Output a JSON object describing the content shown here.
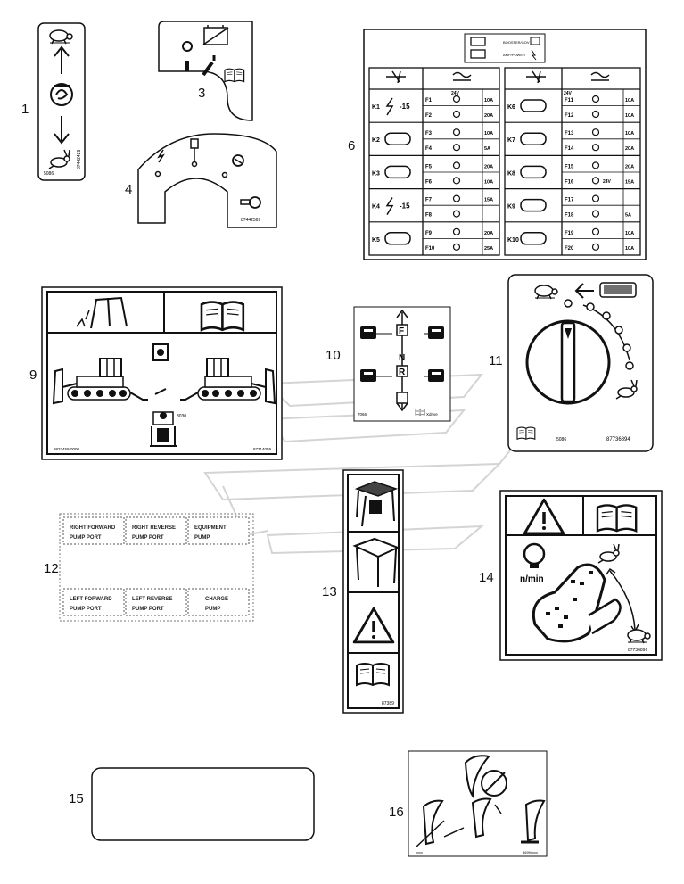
{
  "callouts": {
    "c1": "1",
    "c3": "3",
    "c4": "4",
    "c6": "6",
    "c9": "9",
    "c10": "10",
    "c11": "11",
    "c12": "12",
    "c13": "13",
    "c14": "14",
    "c15": "15",
    "c16": "16"
  },
  "decals": {
    "d1_code": "87442429",
    "d1_small": "5086",
    "d4_code": "87442569",
    "d6": {
      "legend_top": "BOOSTER/GOV",
      "legend_bottom": "AMP/POWER",
      "left_relays": [
        "K1",
        "K2",
        "K3",
        "K4",
        "K5"
      ],
      "left_fuses": [
        "F1",
        "F2",
        "F3",
        "F4",
        "F5",
        "F6",
        "F7",
        "F8",
        "F9",
        "F10"
      ],
      "left_ratings": [
        "10A",
        "20A",
        "10A",
        "5A",
        "20A",
        "10A",
        "15A",
        "",
        "20A",
        "25A"
      ],
      "right_relays": [
        "K6",
        "K7",
        "K8",
        "K9",
        "K10"
      ],
      "right_fuses": [
        "F11",
        "F12",
        "F13",
        "F14",
        "F15",
        "F16",
        "F17",
        "F18",
        "F19",
        "F20"
      ],
      "right_ratings": [
        "10A",
        "10A",
        "10A",
        "20A",
        "20A",
        "15A",
        "",
        "5A",
        "10A",
        "10A"
      ],
      "volt_tags": [
        "24V",
        "24V",
        "24V"
      ],
      "relay_label_left": "-15",
      "relay_label_k4": "-15"
    },
    "d9_code_left": "9832458-0000",
    "d9_code_right": "87714059",
    "d9_tag": "3030",
    "d10_code": "7066",
    "d10_book": "Xdrive",
    "d10_letters": {
      "f": "F",
      "n": "N",
      "r": "R"
    },
    "d11_code": "87736894",
    "d11_small": "5086",
    "d12": {
      "cells": [
        [
          "RIGHT  FORWARD",
          "PUMP  PORT"
        ],
        [
          "RIGHT  REVERSE",
          "PUMP  PORT"
        ],
        [
          "EQUIPMENT",
          "PUMP"
        ],
        [
          "LEFT  FORWARD",
          "PUMP  PORT"
        ],
        [
          "LEFT  REVERSE",
          "PUMP  PORT"
        ],
        [
          "CHARGE",
          "PUMP"
        ]
      ]
    },
    "d13_code": "87389",
    "d14_rpm": "n/min",
    "d14_code": "87736896",
    "d16_code_left": "xxxx",
    "d16_code_right": "8699xxxx"
  }
}
